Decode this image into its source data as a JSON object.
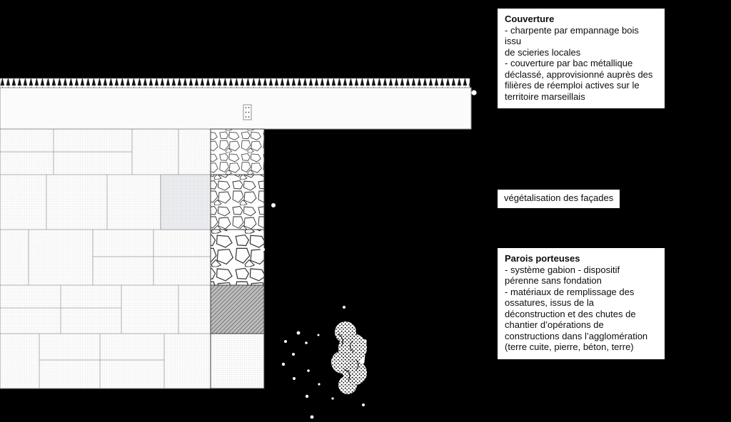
{
  "colors": {
    "background": "#000000",
    "panel_background": "#ffffff",
    "panel_text": "#0d0d0d",
    "drawing_paper": "#fbfbfb",
    "stone_outline": "#2a2a2a"
  },
  "panels": {
    "couverture": {
      "title": "Couverture",
      "body": "- charpente par empannage bois issu\nde scieries locales\n- couverture par bac métallique\ndéclassé, approvisionné auprès des\nfilières de réemploi actives sur le\nterritoire marseillais"
    },
    "vegetalisation": {
      "label": "végétalisation des façades"
    },
    "parois": {
      "title": "Parois porteuses",
      "body": "- système gabion - dispositif\npérenne sans fondation\n- matériaux de remplissage des\nossatures, issus de la\ndéconstruction et des chutes de\nchantier d’opérations de\nconstructions dans l’agglomération\n(terre cuite, pierre, béton, terre)"
    }
  }
}
